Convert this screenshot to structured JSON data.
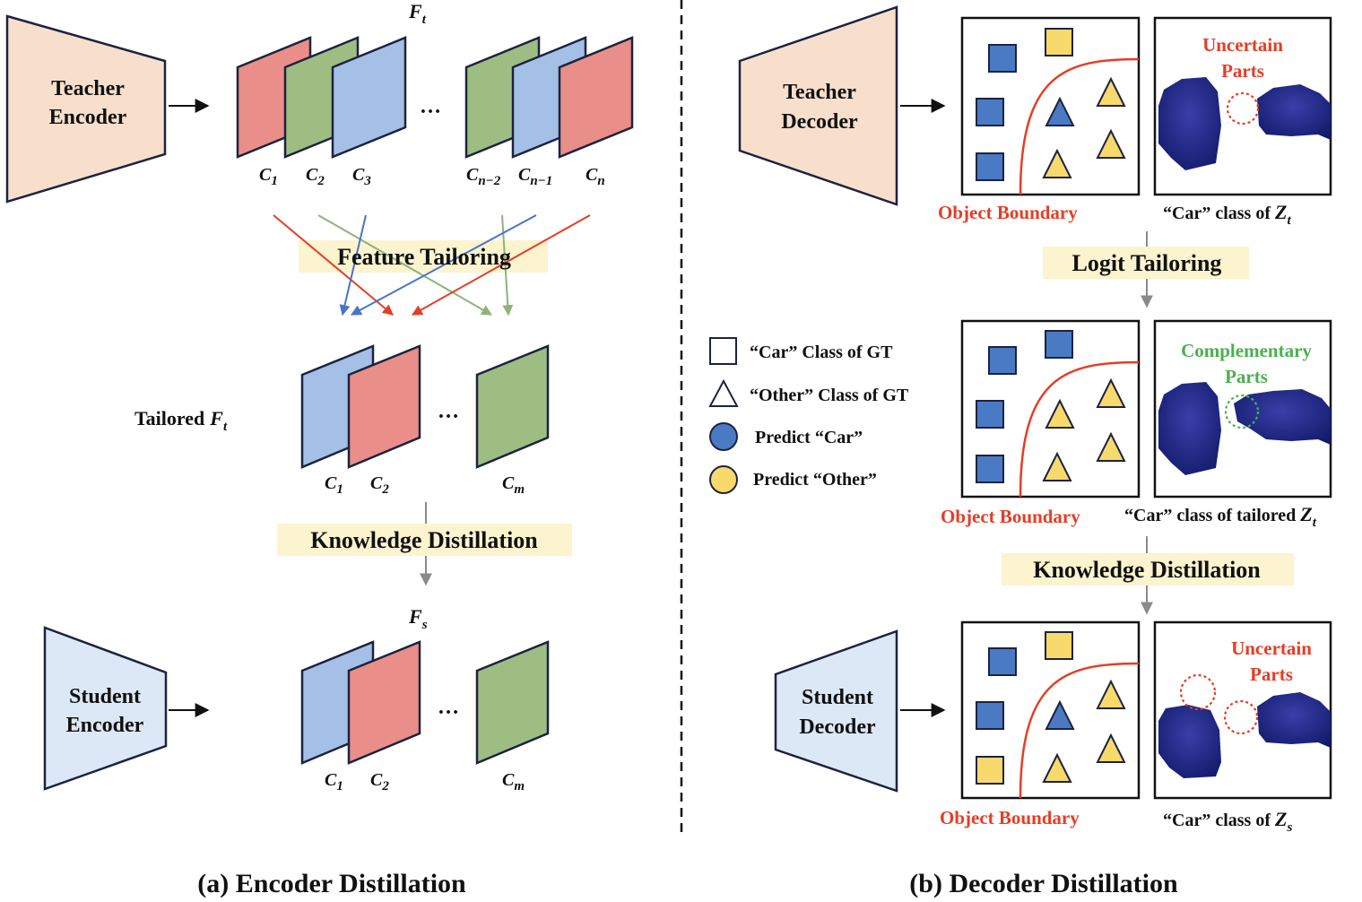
{
  "encoder": {
    "teacher_label_1": "Teacher",
    "teacher_label_2": "Encoder",
    "student_label_1": "Student",
    "student_label_2": "Encoder",
    "ft_label": "F",
    "ft_sub": "t",
    "channels_top": [
      {
        "main": "C",
        "sub": "1"
      },
      {
        "main": "C",
        "sub": "2"
      },
      {
        "main": "C",
        "sub": "3"
      },
      {
        "main": "C",
        "sub": "n−2"
      },
      {
        "main": "C",
        "sub": "n−1"
      },
      {
        "main": "C",
        "sub": "n"
      }
    ],
    "ellipsis": "…",
    "feature_tailoring": "Feature Tailoring",
    "tailored_label": "Tailored",
    "tailored_ft_main": "F",
    "tailored_ft_sub": "t",
    "channels_mid": [
      {
        "main": "C",
        "sub": "1"
      },
      {
        "main": "C",
        "sub": "2"
      },
      {
        "main": "C",
        "sub": "m"
      }
    ],
    "knowledge_distillation": "Knowledge Distillation",
    "fs_label": "F",
    "fs_sub": "s",
    "channels_bottom": [
      {
        "main": "C",
        "sub": "1"
      },
      {
        "main": "C",
        "sub": "2"
      },
      {
        "main": "C",
        "sub": "m"
      }
    ],
    "caption": "(a) Encoder Distillation"
  },
  "decoder": {
    "teacher_label_1": "Teacher",
    "teacher_label_2": "Decoder",
    "student_label_1": "Student",
    "student_label_2": "Decoder",
    "object_boundary": "Object Boundary",
    "uncertain_parts_1": "Uncertain",
    "uncertain_parts_2": "Parts",
    "complementary_parts_1": "Complementary",
    "complementary_parts_2": "Parts",
    "zt_caption_prefix": "“Car” class of ",
    "zt_caption_var": "Z",
    "zt_caption_sub": "t",
    "tailored_caption_prefix": "“Car” class of tailored ",
    "tailored_caption_var": "Z",
    "tailored_caption_sub": "t",
    "zs_caption_prefix": "“Car” class of ",
    "zs_caption_var": "Z",
    "zs_caption_sub": "s",
    "logit_tailoring": "Logit Tailoring",
    "knowledge_distillation": "Knowledge Distillation",
    "legend": {
      "car_gt": "“Car” Class of GT",
      "other_gt": "“Other” Class of GT",
      "predict_car": "Predict “Car”",
      "predict_other": "Predict “Other”"
    },
    "caption": "(b) Decoder Distillation"
  },
  "colors": {
    "teacher_fill": "#f7dfcc",
    "student_fill": "#dce8f5",
    "red_channel": "#e98e88",
    "green_channel": "#9ebd82",
    "blue_channel": "#a4c0e6",
    "highlight": "#fcf3cf",
    "pred_car": "#4a7ac4",
    "pred_other": "#f8d96c",
    "boundary_red": "#e53d26",
    "complement_green": "#4caf50",
    "outline": "#1c2340"
  }
}
